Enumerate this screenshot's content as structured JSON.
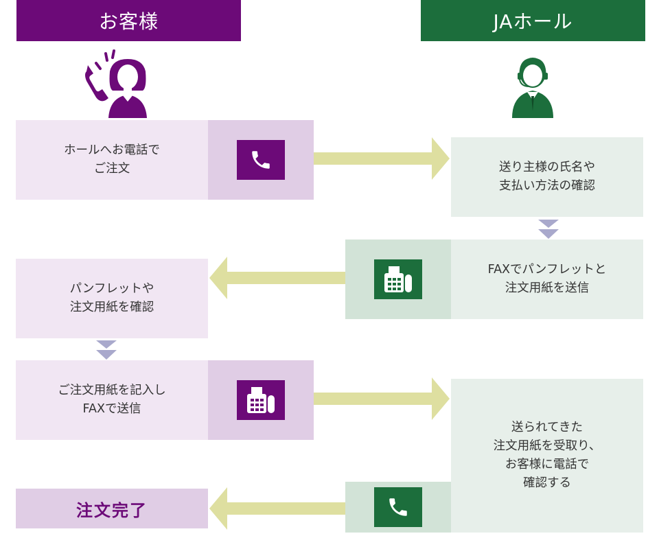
{
  "colors": {
    "customer_primary": "#6c0a78",
    "customer_light": "#f1e6f3",
    "customer_mid": "#e0cde5",
    "hall_primary": "#1c6e3c",
    "hall_light": "#e7efea",
    "hall_mid": "#d2e3d7",
    "arrow": "#dedfa0",
    "down_arrow": "#a9a9cc"
  },
  "headers": {
    "customer": "お客様",
    "hall": "JAホール"
  },
  "avatars": {
    "customer": "woman-on-phone-icon",
    "hall": "staff-with-headset-icon"
  },
  "steps": [
    {
      "side": "customer",
      "text": "ホールへお電話で\nご注文",
      "icon": "phone-icon"
    },
    {
      "side": "hall",
      "text": "送り主様の氏名や\n支払い方法の確認"
    },
    {
      "side": "hall",
      "text": "FAXでパンフレットと\n注文用紙を送信",
      "icon": "fax-icon"
    },
    {
      "side": "customer",
      "text": "パンフレットや\n注文用紙を確認"
    },
    {
      "side": "customer",
      "text": "ご注文用紙を記入し\nFAXで送信",
      "icon": "fax-icon"
    },
    {
      "side": "hall",
      "text": "送られてきた\n注文用紙を受取り、\nお客様に電話で\n確認する",
      "icon": "phone-icon"
    },
    {
      "side": "customer",
      "text": "注文完了"
    }
  ]
}
